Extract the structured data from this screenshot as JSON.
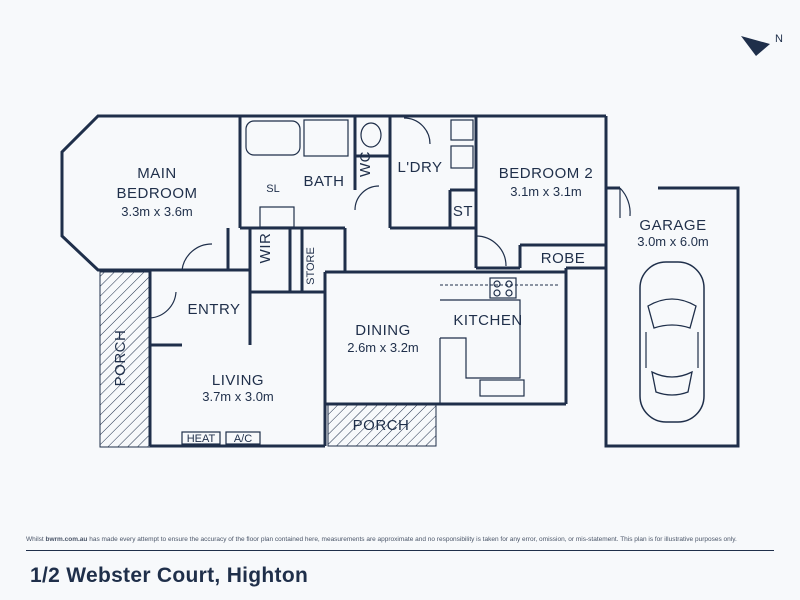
{
  "address": "1/2 Webster Court, Highton",
  "disclaimer_prefix": "Whilst ",
  "disclaimer_brand": "bwrm.com.au",
  "disclaimer_rest": " has made every attempt to ensure the accuracy of the floor plan contained here, measurements are approximate and no responsibility is taken for any error, omission, or mis-statement. This plan is for illustrative purposes only.",
  "compass_label": "N",
  "rooms": {
    "main_bedroom": {
      "name_line1": "MAIN",
      "name_line2": "BEDROOM",
      "dims": "3.3m x 3.6m"
    },
    "bath": {
      "name": "BATH"
    },
    "wc": {
      "name": "WC"
    },
    "laundry": {
      "name": "L'DRY"
    },
    "bedroom2": {
      "name": "BEDROOM 2",
      "dims": "3.1m x 3.1m"
    },
    "st": {
      "name": "ST"
    },
    "robe": {
      "name": "ROBE"
    },
    "garage": {
      "name": "GARAGE",
      "dims": "3.0m x 6.0m"
    },
    "wir": {
      "name": "WIR"
    },
    "store": {
      "name": "STORE"
    },
    "sl": {
      "name": "SL"
    },
    "entry": {
      "name": "ENTRY"
    },
    "porch_left": {
      "name": "PORCH"
    },
    "living": {
      "name": "LIVING",
      "dims": "3.7m x 3.0m"
    },
    "dining": {
      "name": "DINING",
      "dims": "2.6m x 3.2m"
    },
    "kitchen": {
      "name": "KITCHEN"
    },
    "porch_bottom": {
      "name": "PORCH"
    }
  },
  "fixtures": {
    "heat": "HEAT",
    "ac": "A/C"
  },
  "colors": {
    "ink": "#1f2f4a",
    "background": "#f7f9fb"
  }
}
